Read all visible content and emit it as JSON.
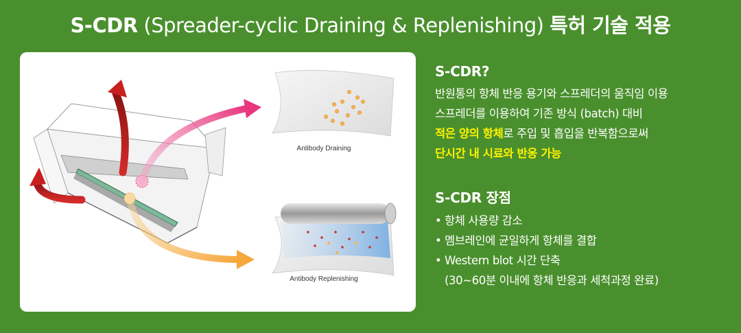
{
  "header": {
    "title_main": "S-CDR",
    "title_sub": " (Spreader-cyclic Draining & Replenishing) ",
    "title_tail": "특허 기술 적용"
  },
  "illustration": {
    "label_draining": "Antibody Draining",
    "label_replenishing": "Antibody Replenishing"
  },
  "about": {
    "heading": "S-CDR?",
    "line1": "반원통의 항체 반응 용기와 스프레더의 움직임 이용",
    "line2": "스프레더를 이용하여 기존 방식 (batch) 대비",
    "line3_highlight": "적은 양의 항체",
    "line3_rest": "로 주입 및 흡입을 반복함으로써",
    "line4_highlight": "단시간 내 시료와 반응 가능"
  },
  "advantages": {
    "heading": "S-CDR 장점",
    "bullet": "•",
    "items": [
      "항체 사용량 감소",
      "멤브레인에 균일하게 항체를 결합",
      "Western blot 시간 단축"
    ],
    "note": "(30~60분 이내에 항체 반응과 세척과정 완료)"
  },
  "colors": {
    "background": "#4a8f2d",
    "highlight": "#fff200",
    "arrow_red": "#c8201f",
    "arrow_pink": "#ea5a92",
    "arrow_orange": "#f6b24a"
  }
}
